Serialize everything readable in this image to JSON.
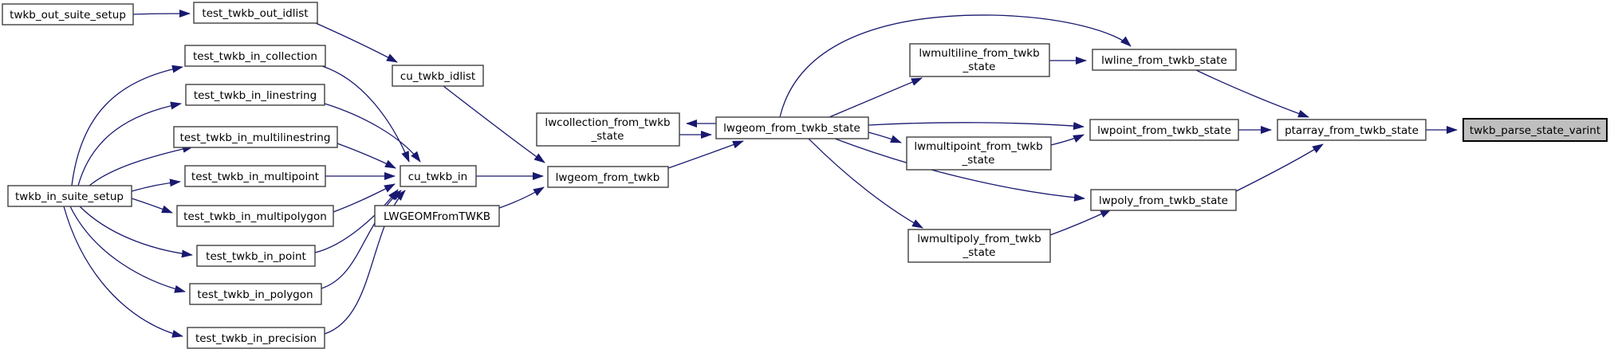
{
  "graph": {
    "kind": "call-graph",
    "direction": "left-to-right",
    "edge_color": "#191970",
    "node_border_color": "#404040",
    "node_fill_color": "#ffffff",
    "highlight_fill_color": "#bfbfbf",
    "highlighted_node": "twkb_parse_state_varint",
    "nodes": {
      "twkb_out_suite_setup": {
        "label": "twkb_out_suite_setup"
      },
      "test_twkb_out_idlist": {
        "label": "test_twkb_out_idlist"
      },
      "test_twkb_in_collection": {
        "label": "test_twkb_in_collection"
      },
      "test_twkb_in_linestring": {
        "label": "test_twkb_in_linestring"
      },
      "test_twkb_in_multilinestring": {
        "label": "test_twkb_in_multilinestring"
      },
      "test_twkb_in_multipoint": {
        "label": "test_twkb_in_multipoint"
      },
      "twkb_in_suite_setup": {
        "label": "twkb_in_suite_setup"
      },
      "test_twkb_in_multipolygon": {
        "label": "test_twkb_in_multipolygon"
      },
      "test_twkb_in_point": {
        "label": "test_twkb_in_point"
      },
      "test_twkb_in_polygon": {
        "label": "test_twkb_in_polygon"
      },
      "test_twkb_in_precision": {
        "label": "test_twkb_in_precision"
      },
      "cu_twkb_idlist": {
        "label": "cu_twkb_idlist"
      },
      "cu_twkb_in": {
        "label": "cu_twkb_in"
      },
      "LWGEOMFromTWKB": {
        "label": "LWGEOMFromTWKB"
      },
      "lwgeom_from_twkb": {
        "label": "lwgeom_from_twkb"
      },
      "lwcollection_from_twkb_state": {
        "line1": "lwcollection_from_twkb",
        "line2": "_state"
      },
      "lwgeom_from_twkb_state": {
        "label": "lwgeom_from_twkb_state"
      },
      "lwmultiline_from_twkb_state": {
        "line1": "lwmultiline_from_twkb",
        "line2": "_state"
      },
      "lwline_from_twkb_state": {
        "label": "lwline_from_twkb_state"
      },
      "lwmultipoint_from_twkb_state": {
        "line1": "lwmultipoint_from_twkb",
        "line2": "_state"
      },
      "lwpoint_from_twkb_state": {
        "label": "lwpoint_from_twkb_state"
      },
      "lwmultipoly_from_twkb_state": {
        "line1": "lwmultipoly_from_twkb",
        "line2": "_state"
      },
      "lwpoly_from_twkb_state": {
        "label": "lwpoly_from_twkb_state"
      },
      "ptarray_from_twkb_state": {
        "label": "ptarray_from_twkb_state"
      },
      "twkb_parse_state_varint": {
        "label": "twkb_parse_state_varint",
        "highlighted": true
      }
    },
    "edges": [
      {
        "from": "twkb_out_suite_setup",
        "to": "test_twkb_out_idlist"
      },
      {
        "from": "test_twkb_out_idlist",
        "to": "cu_twkb_idlist"
      },
      {
        "from": "cu_twkb_idlist",
        "to": "lwgeom_from_twkb"
      },
      {
        "from": "twkb_in_suite_setup",
        "to": "test_twkb_in_collection"
      },
      {
        "from": "twkb_in_suite_setup",
        "to": "test_twkb_in_linestring"
      },
      {
        "from": "twkb_in_suite_setup",
        "to": "test_twkb_in_multilinestring"
      },
      {
        "from": "twkb_in_suite_setup",
        "to": "test_twkb_in_multipoint"
      },
      {
        "from": "twkb_in_suite_setup",
        "to": "test_twkb_in_multipolygon"
      },
      {
        "from": "twkb_in_suite_setup",
        "to": "test_twkb_in_point"
      },
      {
        "from": "twkb_in_suite_setup",
        "to": "test_twkb_in_polygon"
      },
      {
        "from": "twkb_in_suite_setup",
        "to": "test_twkb_in_precision"
      },
      {
        "from": "test_twkb_in_collection",
        "to": "cu_twkb_in"
      },
      {
        "from": "test_twkb_in_linestring",
        "to": "cu_twkb_in"
      },
      {
        "from": "test_twkb_in_multilinestring",
        "to": "cu_twkb_in"
      },
      {
        "from": "test_twkb_in_multipoint",
        "to": "cu_twkb_in"
      },
      {
        "from": "test_twkb_in_multipolygon",
        "to": "cu_twkb_in"
      },
      {
        "from": "test_twkb_in_point",
        "to": "cu_twkb_in"
      },
      {
        "from": "test_twkb_in_polygon",
        "to": "cu_twkb_in"
      },
      {
        "from": "test_twkb_in_precision",
        "to": "cu_twkb_in"
      },
      {
        "from": "cu_twkb_in",
        "to": "lwgeom_from_twkb"
      },
      {
        "from": "LWGEOMFromTWKB",
        "to": "lwgeom_from_twkb"
      },
      {
        "from": "lwgeom_from_twkb",
        "to": "lwgeom_from_twkb_state"
      },
      {
        "from": "lwgeom_from_twkb_state",
        "to": "lwcollection_from_twkb_state"
      },
      {
        "from": "lwcollection_from_twkb_state",
        "to": "lwgeom_from_twkb_state"
      },
      {
        "from": "lwgeom_from_twkb_state",
        "to": "lwline_from_twkb_state"
      },
      {
        "from": "lwgeom_from_twkb_state",
        "to": "lwmultiline_from_twkb_state"
      },
      {
        "from": "lwmultiline_from_twkb_state",
        "to": "lwline_from_twkb_state"
      },
      {
        "from": "lwgeom_from_twkb_state",
        "to": "lwpoint_from_twkb_state"
      },
      {
        "from": "lwgeom_from_twkb_state",
        "to": "lwmultipoint_from_twkb_state"
      },
      {
        "from": "lwmultipoint_from_twkb_state",
        "to": "lwpoint_from_twkb_state"
      },
      {
        "from": "lwgeom_from_twkb_state",
        "to": "lwpoly_from_twkb_state"
      },
      {
        "from": "lwgeom_from_twkb_state",
        "to": "lwmultipoly_from_twkb_state"
      },
      {
        "from": "lwmultipoly_from_twkb_state",
        "to": "lwpoly_from_twkb_state"
      },
      {
        "from": "lwline_from_twkb_state",
        "to": "ptarray_from_twkb_state"
      },
      {
        "from": "lwpoint_from_twkb_state",
        "to": "ptarray_from_twkb_state"
      },
      {
        "from": "lwpoly_from_twkb_state",
        "to": "ptarray_from_twkb_state"
      },
      {
        "from": "ptarray_from_twkb_state",
        "to": "twkb_parse_state_varint"
      }
    ]
  }
}
